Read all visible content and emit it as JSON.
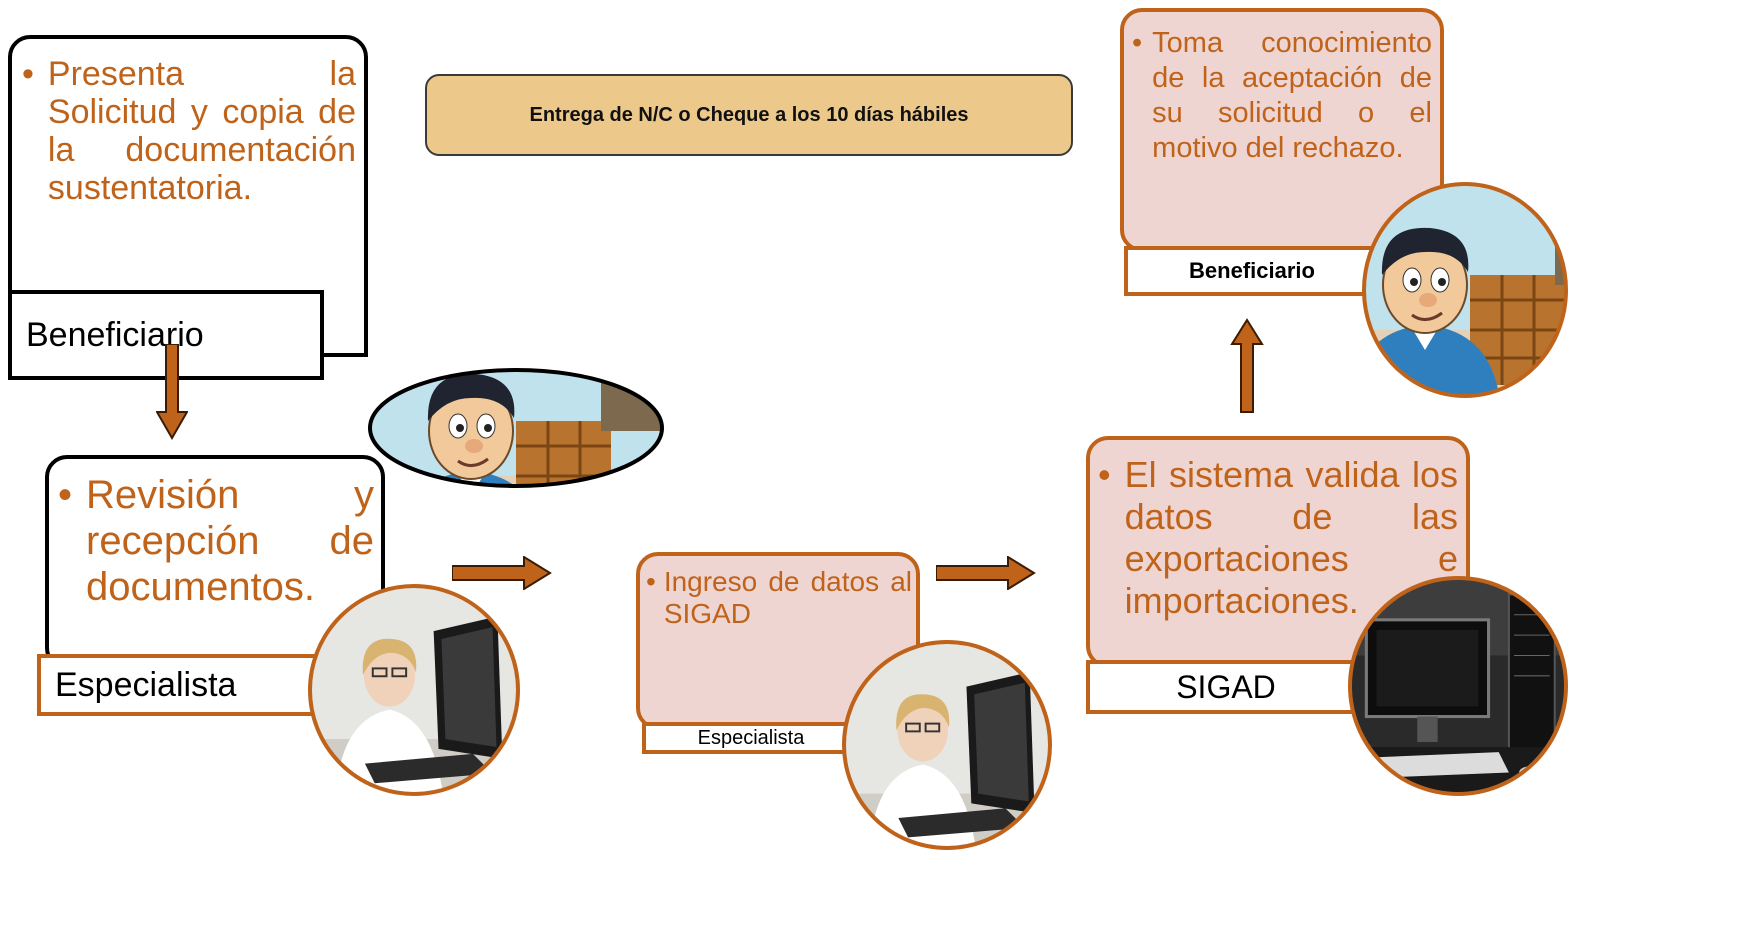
{
  "banner": {
    "text": "Entrega de N/C o Cheque a los 10 días  hábiles"
  },
  "steps": [
    {
      "text": "Presenta la Solicitud y copia de la documentación sustentatoria.",
      "role": "Beneficiario"
    },
    {
      "text": "Revisión y recepción de documentos.",
      "role": "Especialista"
    },
    {
      "text": "Ingreso de datos al SIGAD",
      "role": "Especialista"
    },
    {
      "text": "El sistema valida los datos de las exportaciones e importaciones.",
      "role": "SIGAD"
    },
    {
      "text": "Toma conocimiento de la aceptación de su solicitud o el motivo del rechazo.",
      "role": "Beneficiario"
    }
  ],
  "icons": {
    "bullet": "•",
    "person_worker": "worker-cartoon-icon",
    "person_specialist": "specialist-photo-icon",
    "computer": "computer-photo-icon"
  },
  "colors": {
    "orange": "#c0631a",
    "pink_fill": "#efd5d2",
    "banner_fill": "#ecc98b",
    "arrow": "#c0631a",
    "teal_text": "#3f7f7f"
  }
}
